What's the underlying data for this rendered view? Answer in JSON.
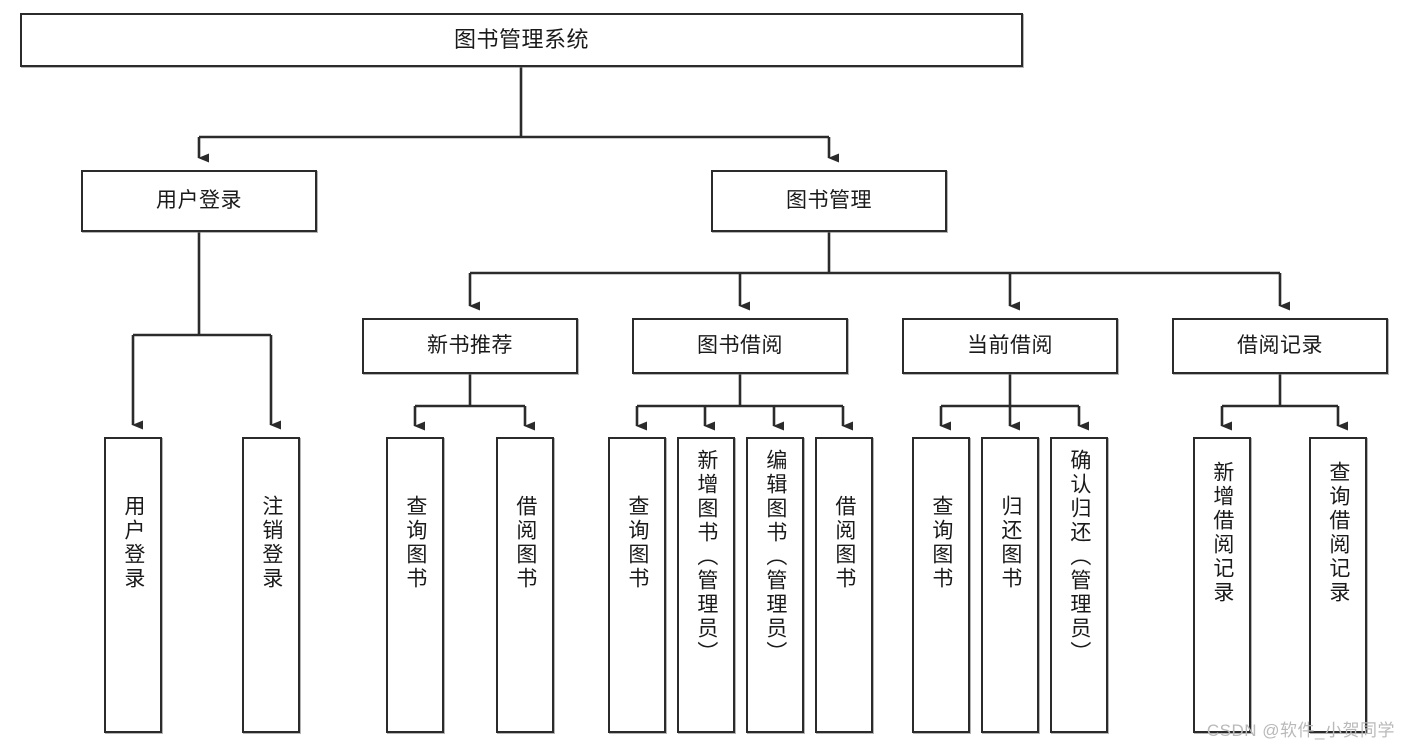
{
  "diagram": {
    "type": "tree-hierarchy-chart",
    "title": "图书管理系统",
    "line_color": "#2b2b2b",
    "box_fill": "#ffffff",
    "text_color": "#1a1a1a",
    "watermark": "CSDN @软件_小贺同学"
  },
  "nodes": {
    "root": {
      "label": "图书管理系统"
    },
    "level2": [
      {
        "label": "用户登录"
      },
      {
        "label": "图书管理"
      }
    ],
    "level3": [
      {
        "label": "新书推荐"
      },
      {
        "label": "图书借阅"
      },
      {
        "label": "当前借阅"
      },
      {
        "label": "借阅记录"
      }
    ],
    "leaves": {
      "user_login": [
        {
          "label": "用户登录"
        },
        {
          "label": "注销登录"
        }
      ],
      "new_book_recommend": [
        {
          "label": "查询图书"
        },
        {
          "label": "借阅图书"
        }
      ],
      "book_borrow": [
        {
          "label": "查询图书"
        },
        {
          "label": "新增图书（管理员）"
        },
        {
          "label": "编辑图书（管理员）"
        },
        {
          "label": "借阅图书"
        }
      ],
      "current_borrow": [
        {
          "label": "查询图书"
        },
        {
          "label": "归还图书"
        },
        {
          "label": "确认归还（管理员）"
        }
      ],
      "borrow_record": [
        {
          "label": "新增借阅记录"
        },
        {
          "label": "查询借阅记录"
        }
      ]
    }
  }
}
